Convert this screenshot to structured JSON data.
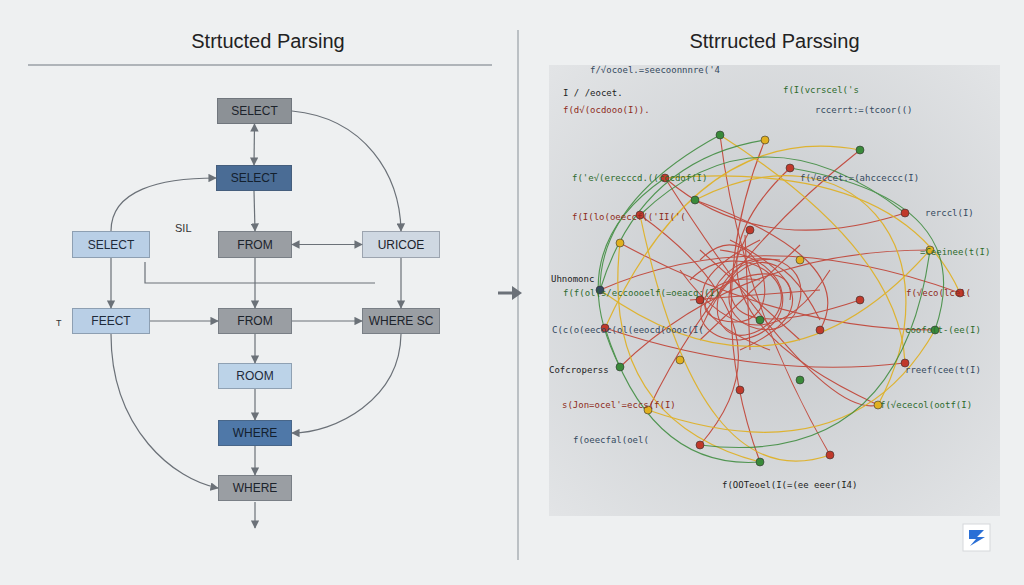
{
  "diagram": {
    "title": "Strtucted Parsing",
    "nodes": [
      {
        "text": [
          "SELECT"
        ]
      },
      {
        "text": [
          "SELECT"
        ]
      },
      {
        "text": [
          "SELECT"
        ]
      },
      {
        "text": [
          "FROM"
        ]
      },
      {
        "text": [
          "URICOE"
        ]
      },
      {
        "text": [
          "FEECT"
        ]
      },
      {
        "text": [
          "FROM"
        ]
      },
      {
        "text": [
          "WHERE SC"
        ]
      },
      {
        "text": [
          "ROOM"
        ]
      },
      {
        "text": [
          "WHERE"
        ]
      },
      {
        "text": [
          "WHERE"
        ]
      }
    ],
    "edges": [
      {
        "from": 0,
        "to": 1,
        "arrow": "both"
      },
      {
        "from": 0,
        "to": 4,
        "arrow": "to"
      },
      {
        "from": 2,
        "to": 1,
        "arrow": "to"
      },
      {
        "from": 1,
        "to": 3,
        "arrow": "to"
      },
      {
        "from": 3,
        "to": 4,
        "arrow": "both"
      },
      {
        "from": 2,
        "to": 5,
        "arrow": "to"
      },
      {
        "from": 3,
        "to": 6,
        "arrow": "to"
      },
      {
        "from": 5,
        "to": 6,
        "arrow": "to"
      },
      {
        "from": 6,
        "to": 7,
        "arrow": "to"
      },
      {
        "from": 4,
        "to": 7,
        "arrow": "to"
      },
      {
        "from": 6,
        "to": 8,
        "arrow": "to"
      },
      {
        "from": 8,
        "to": 9,
        "arrow": "to"
      },
      {
        "from": 7,
        "to": 9,
        "arrow": "to"
      },
      {
        "from": 5,
        "to": 10,
        "arrow": "to"
      },
      {
        "from": 9,
        "to": 10,
        "arrow": "to"
      }
    ],
    "labels": [
      "SIL",
      "T",
      "Sttrructed Parssing",
      "f/√ocoel.=seecoonnnre('4",
      "I  /  /eocet.",
      "f(d√(ocdooo(I)).",
      "f(I(vcrscel('s",
      "rccerrt:=(tcoor(()",
      "f('e√(erecccd.((cccdof(I)",
      "f(√eccet:=(ahcceccc(I)",
      "f(I(lo(oeeccf(('II('(",
      "rerccl(I)",
      "=Ceeinee(t(I)",
      "Uhnomonc",
      "f(f(ol(s/eccoooelf(=oeacq:(I)",
      "f(√eco(lcel(",
      "C(c(o(eecoc(ol(eeocd(oooc(I(",
      "coofo(t-(ee(I)",
      "Cofcroperss",
      "rreef(cee(t(I)",
      "s(Jon=ocel'=eccs(f(I)",
      "f(√ececol(ootf(I)",
      "f(oeecfal(oel(",
      "f(OOTeoel(I(=(ee eeer(I4)"
    ]
  }
}
